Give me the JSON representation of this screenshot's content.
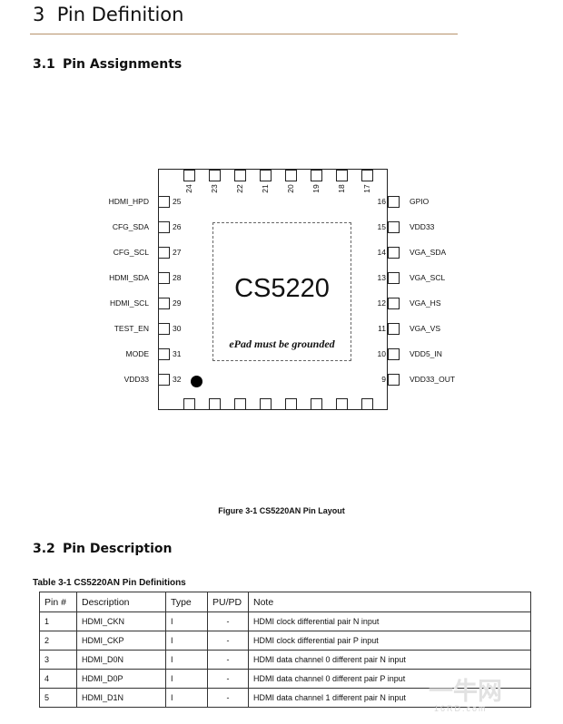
{
  "heading": {
    "number": "3",
    "title": "Pin Definition"
  },
  "section1": {
    "number": "3.1",
    "title": "Pin Assignments"
  },
  "section2": {
    "number": "3.2",
    "title": "Pin Description"
  },
  "chip": {
    "name": "CS5220",
    "epad_note": "ePad must be grounded"
  },
  "left_pins": [
    {
      "label": "HDMI_HPD",
      "num": "25"
    },
    {
      "label": "CFG_SDA",
      "num": "26"
    },
    {
      "label": "CFG_SCL",
      "num": "27"
    },
    {
      "label": "HDMI_SDA",
      "num": "28"
    },
    {
      "label": "HDMI_SCL",
      "num": "29"
    },
    {
      "label": "TEST_EN",
      "num": "30"
    },
    {
      "label": "MODE",
      "num": "31"
    },
    {
      "label": "VDD33",
      "num": "32"
    }
  ],
  "right_pins": [
    {
      "label": "GPIO",
      "num": "16"
    },
    {
      "label": "VDD33",
      "num": "15"
    },
    {
      "label": "VGA_SDA",
      "num": "14"
    },
    {
      "label": "VGA_SCL",
      "num": "13"
    },
    {
      "label": "VGA_HS",
      "num": "12"
    },
    {
      "label": "VGA_VS",
      "num": "11"
    },
    {
      "label": "VDD5_IN",
      "num": "10"
    },
    {
      "label": "VDD33_OUT",
      "num": "9"
    }
  ],
  "top_pins": [
    "24",
    "23",
    "22",
    "21",
    "20",
    "19",
    "18",
    "17"
  ],
  "figure_caption": "Figure 3-1 CS5220AN Pin Layout",
  "table": {
    "caption": "Table 3-1 CS5220AN Pin Definitions",
    "headers": [
      "Pin #",
      "Description",
      "Type",
      "PU/PD",
      "Note"
    ],
    "rows": [
      [
        "1",
        "HDMI_CKN",
        "I",
        "-",
        "HDMI clock differential pair N input"
      ],
      [
        "2",
        "HDMI_CKP",
        "I",
        "-",
        "HDMI clock differential pair P input"
      ],
      [
        "3",
        "HDMI_D0N",
        "I",
        "-",
        "HDMI data channel 0 different pair N input"
      ],
      [
        "4",
        "HDMI_D0P",
        "I",
        "-",
        "HDMI data channel 0 different pair P input"
      ],
      [
        "5",
        "HDMI_D1N",
        "I",
        "-",
        "HDMI data channel 1 different pair N input"
      ]
    ]
  },
  "watermark": {
    "text": "一牛网",
    "sub": "16RD.com"
  }
}
